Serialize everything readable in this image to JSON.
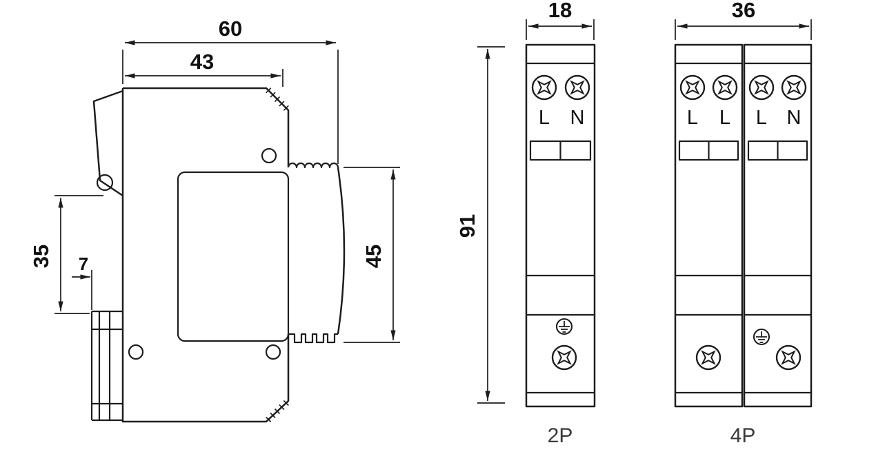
{
  "colors": {
    "ink": "#1d1d1d",
    "caption_gray": "#3a3a3a",
    "background": "#ffffff"
  },
  "side_view": {
    "dim_total_depth": "60",
    "dim_body_depth": "43",
    "dim_rail_section": "35",
    "dim_clip_offset": "7",
    "dim_module_height": "45"
  },
  "front_view_2p": {
    "dim_width": "18",
    "dim_height": "91",
    "terminals": [
      "L",
      "N"
    ],
    "caption": "2P"
  },
  "front_view_4p": {
    "dim_width": "36",
    "terminals": [
      "L",
      "L",
      "L",
      "N"
    ],
    "caption": "4P"
  },
  "icons": {
    "terminal_screw": "phillips-screw-icon",
    "earth_terminal": "ground-terminal-icon"
  }
}
